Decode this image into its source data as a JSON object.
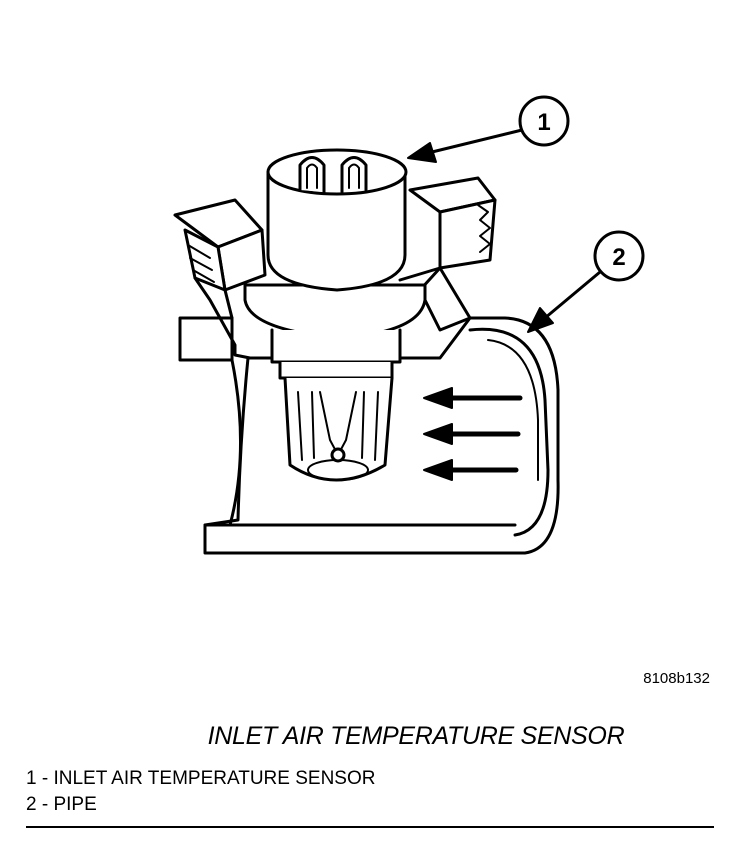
{
  "figure": {
    "id": "8108b132",
    "title": "INLET AIR TEMPERATURE SENSOR",
    "callouts": [
      {
        "number": "1"
      },
      {
        "number": "2"
      }
    ],
    "legend": [
      {
        "text": "1 - INLET AIR TEMPERATURE SENSOR"
      },
      {
        "text": "2 - PIPE"
      }
    ]
  }
}
